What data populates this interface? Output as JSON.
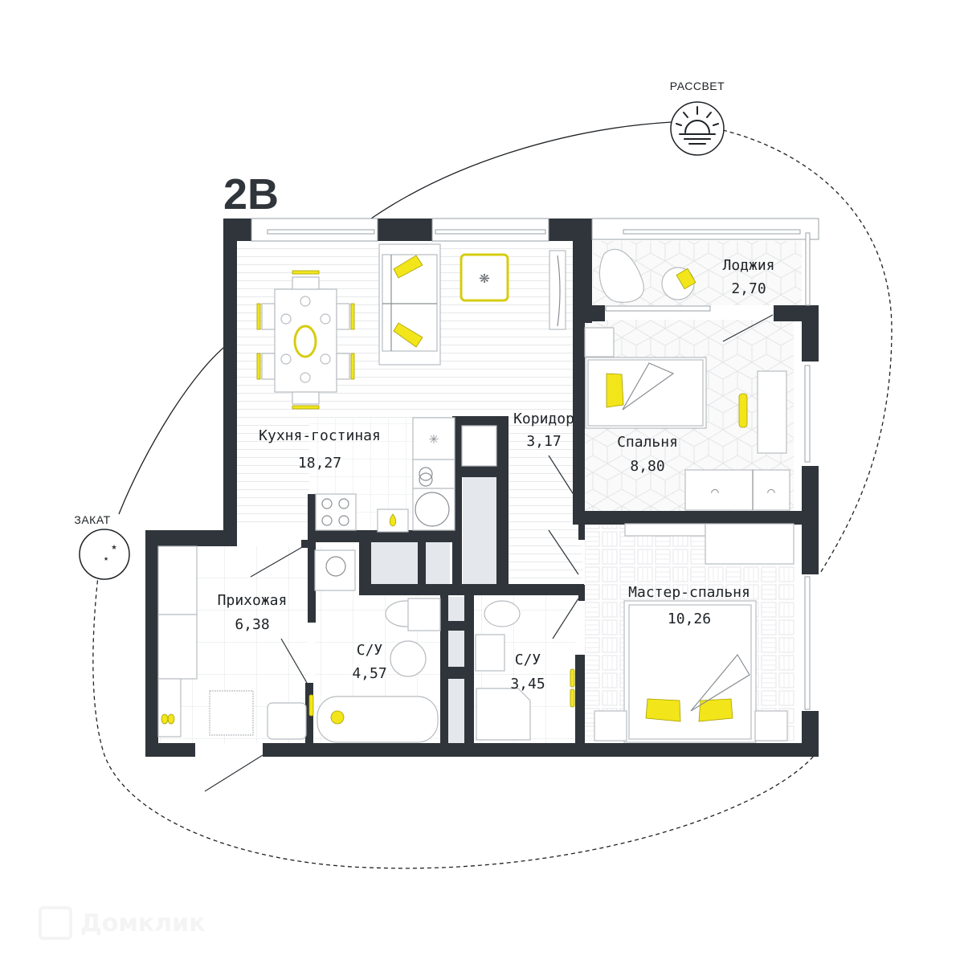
{
  "unit": {
    "title": "2В"
  },
  "orientation": {
    "sunrise_label": "РАССВЕТ",
    "sunset_label": "ЗАКАТ"
  },
  "rooms": [
    {
      "name": "Кухня-гостиная",
      "area": "18,27"
    },
    {
      "name": "Лоджия",
      "area": "2,70"
    },
    {
      "name": "Коридор",
      "area": "3,17"
    },
    {
      "name": "Спальня",
      "area": "8,80"
    },
    {
      "name": "Прихожая",
      "area": "6,38"
    },
    {
      "name": "С/У",
      "area": "4,57"
    },
    {
      "name": "С/У",
      "area": "3,45"
    },
    {
      "name": "Мастер-спальня",
      "area": "10,26"
    }
  ],
  "colors": {
    "wall": "#2f353b",
    "accent": "#f2e51a",
    "shaft": "#e4e7eb"
  },
  "watermark": {
    "text": "Домклик"
  }
}
